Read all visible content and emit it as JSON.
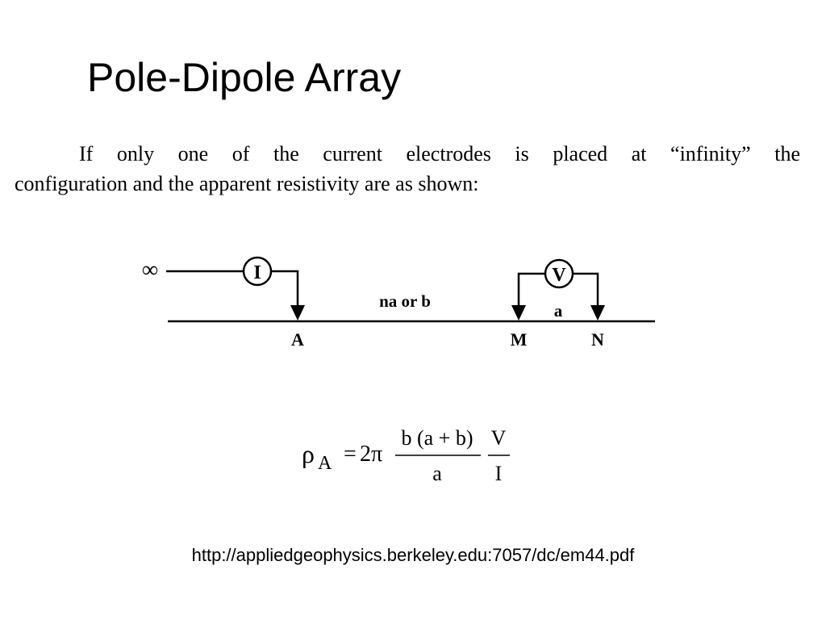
{
  "slide": {
    "title": "Pole-Dipole Array",
    "intro_lines": [
      "If only one of the current electrodes is placed at “infinity” the",
      "configuration and the apparent resistivity are as shown:"
    ],
    "source_url": "http://appliedgeophysics.berkeley.edu:7057/dc/em44.pdf"
  },
  "diagram": {
    "infinity_symbol": "∞",
    "current_meter": "I",
    "voltage_meter": "V",
    "spacing_label": "na or b",
    "dipole_label": "a",
    "electrodes": [
      "A",
      "M",
      "N"
    ],
    "colors": {
      "ink": "#000000",
      "background": "#ffffff"
    }
  },
  "formula": {
    "rho": "ρ",
    "subscript": "A",
    "equals": "=",
    "coefficient": "2π",
    "frac1_num": "b (a + b)",
    "frac1_den": "a",
    "frac2_num": "V",
    "frac2_den": "I"
  }
}
